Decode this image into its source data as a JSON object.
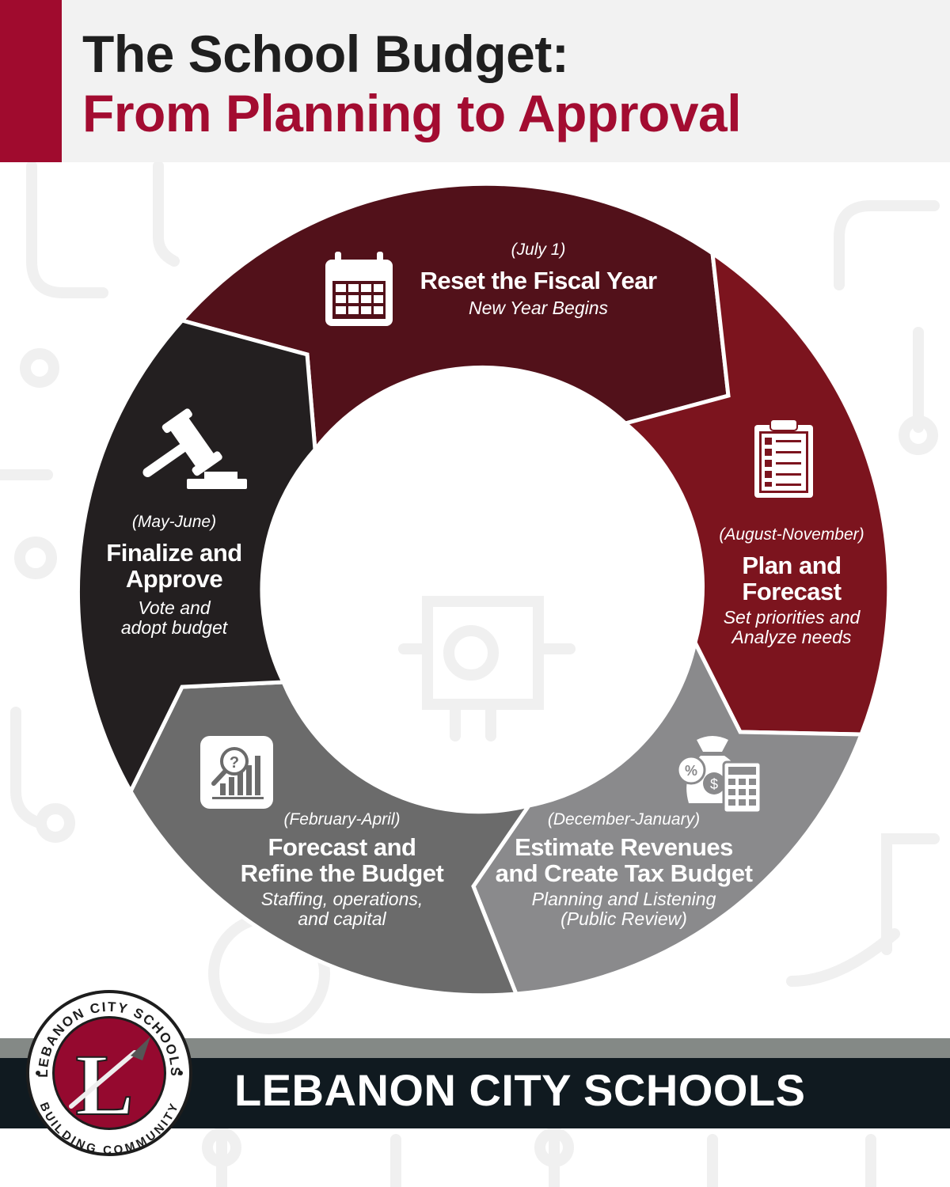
{
  "header": {
    "title_line1": "The School Budget:",
    "title_line2": "From Planning to Approval"
  },
  "colors": {
    "accent_red": "#a30c31",
    "reset": "#52111a",
    "plan": "#7c141e",
    "estimate": "#8a8a8c",
    "forecast": "#6b6b6b",
    "finalize": "#231f20"
  },
  "stages": [
    {
      "icon": "calendar-icon",
      "when": "(July 1)",
      "name": [
        "Reset the Fiscal Year"
      ],
      "desc": [
        "New Year Begins"
      ]
    },
    {
      "icon": "clipboard-checklist-icon",
      "when": "(August-November)",
      "name": [
        "Plan and",
        "Forecast"
      ],
      "desc": [
        "Set priorities and",
        "Analyze needs"
      ]
    },
    {
      "icon": "money-bag-calculator-icon",
      "when": "(December-January)",
      "name": [
        "Estimate Revenues",
        "and Create Tax Budget"
      ],
      "desc": [
        "Planning and Listening",
        "(Public Review)"
      ]
    },
    {
      "icon": "chart-magnifier-icon",
      "when": "(February-April)",
      "name": [
        "Forecast and",
        "Refine the Budget"
      ],
      "desc": [
        "Staffing, operations,",
        "and capital"
      ]
    },
    {
      "icon": "gavel-icon",
      "when": "(May-June)",
      "name": [
        "Finalize and",
        "Approve"
      ],
      "desc": [
        "Vote and",
        "adopt budget"
      ]
    }
  ],
  "logo": {
    "top_text": "LEBANON CITY SCHOOLS",
    "bottom_text": "BUILDING COMMUNITY",
    "letter": "L"
  },
  "footer": {
    "text": "LEBANON CITY SCHOOLS"
  }
}
